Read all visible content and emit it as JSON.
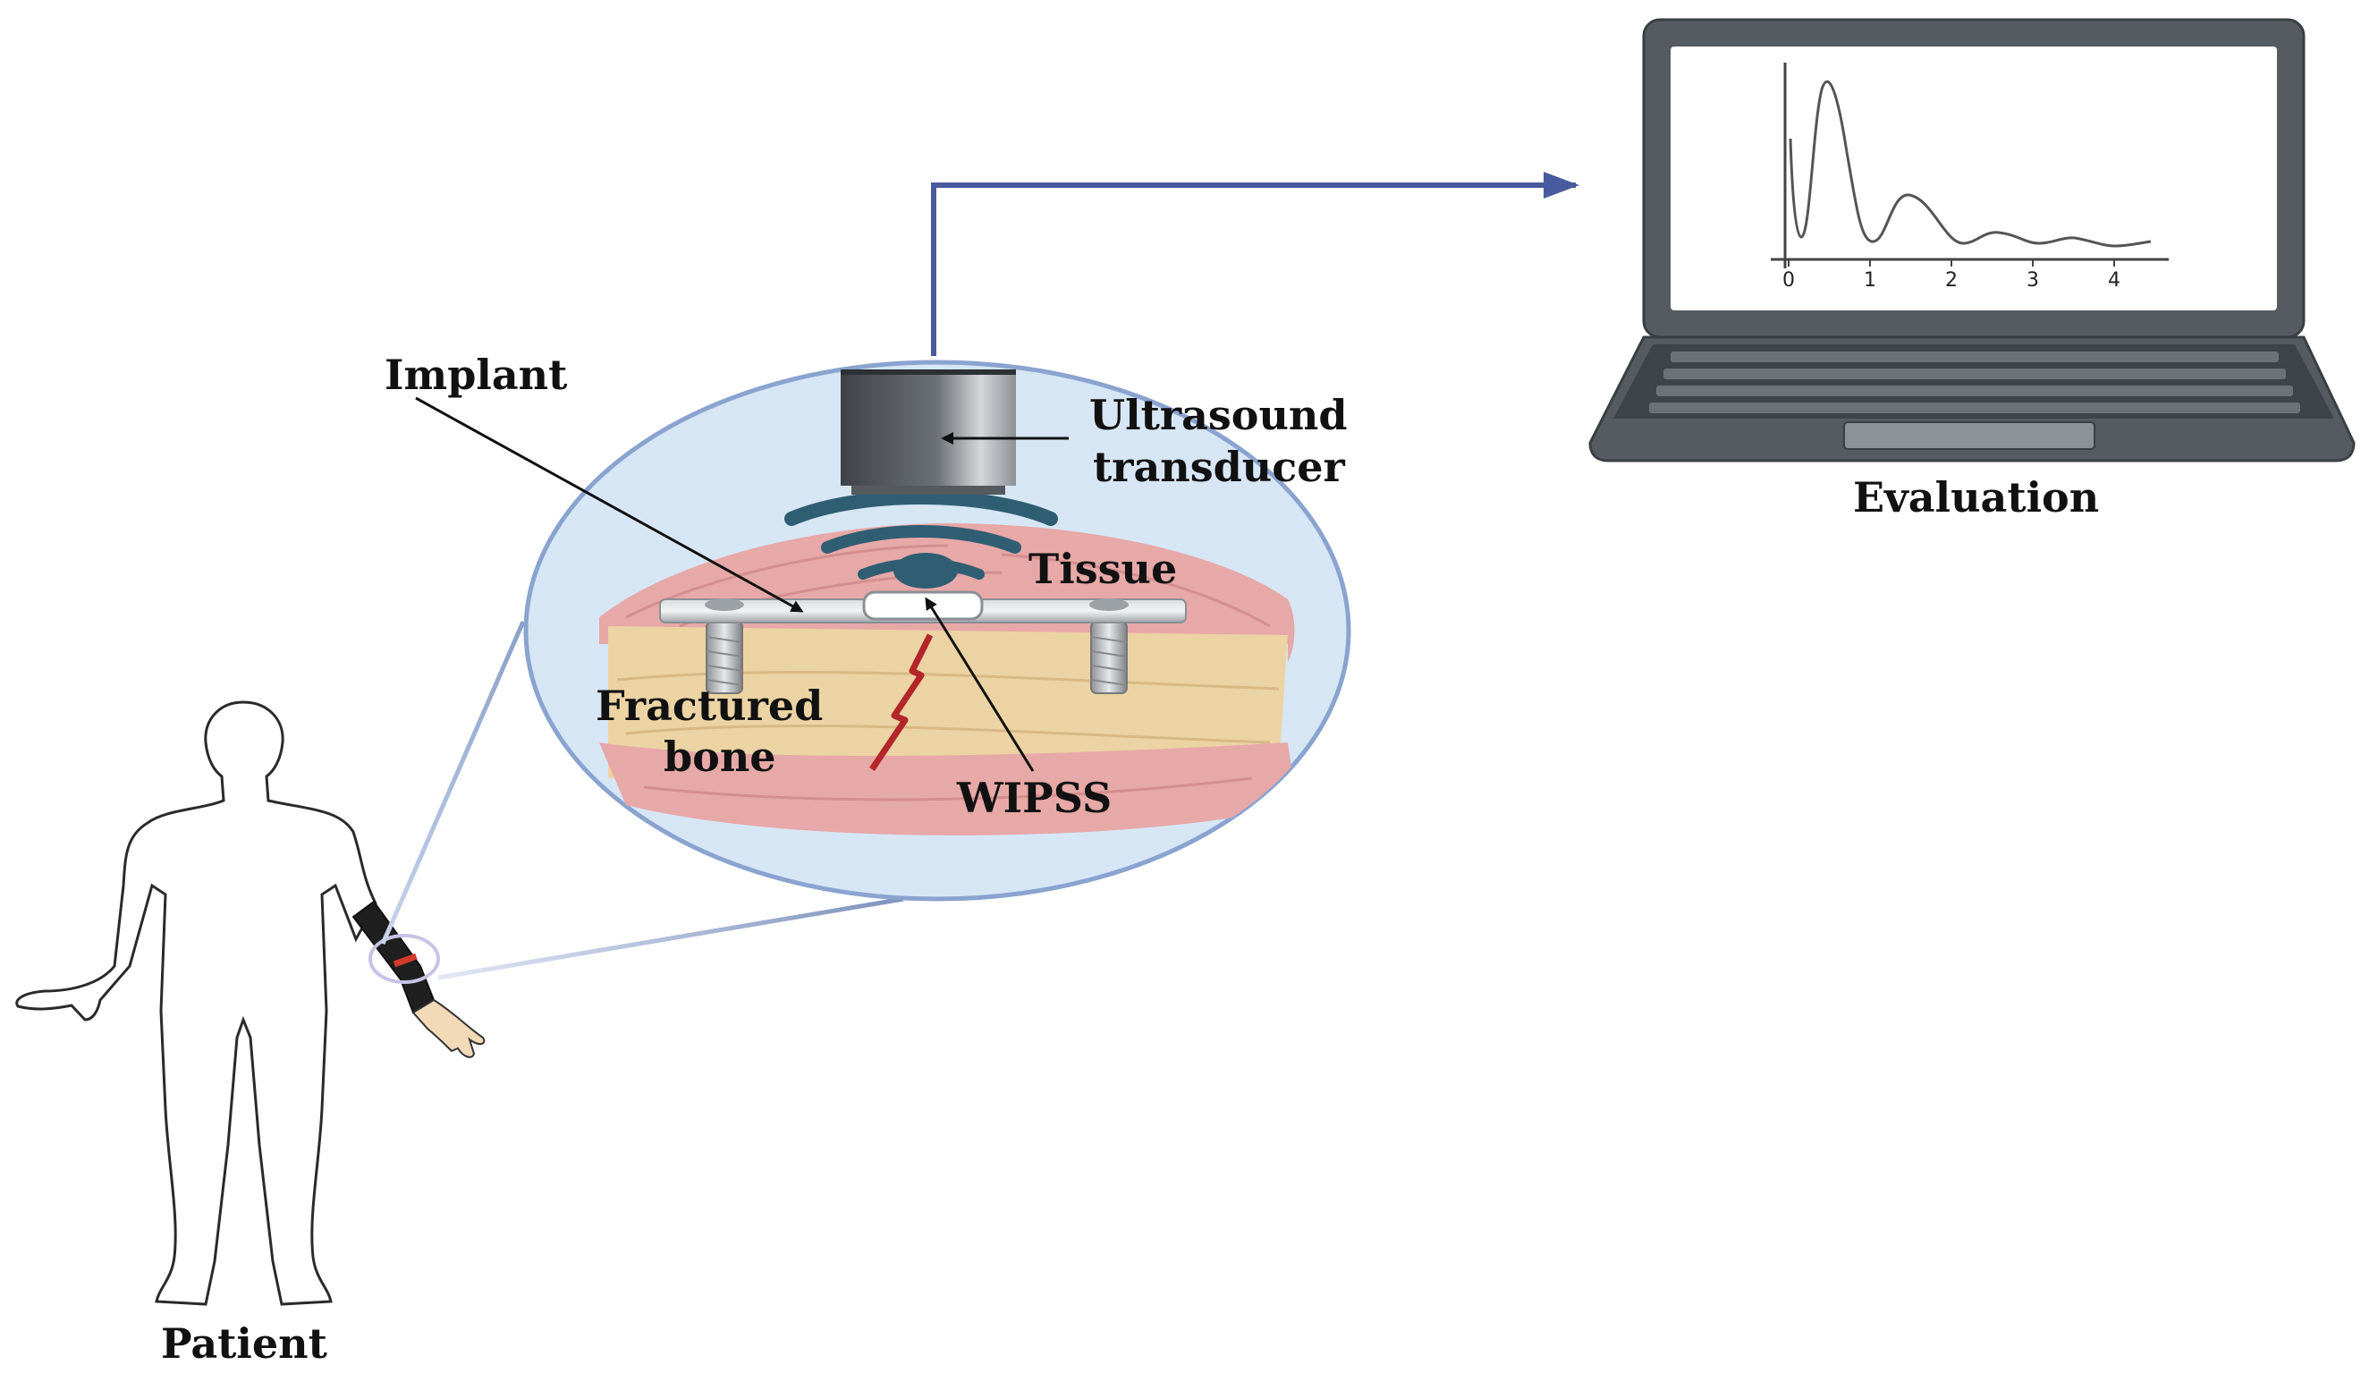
{
  "labels": {
    "implant": "Implant",
    "ultrasound_line1": "Ultrasound",
    "ultrasound_line2": "transducer",
    "tissue": "Tissue",
    "fractured_line1": "Fractured",
    "fractured_line2": "bone",
    "wipss": "WIPSS",
    "evaluation": "Evaluation",
    "patient": "Patient"
  },
  "screen_plot": {
    "x_ticks": [
      "0",
      "1",
      "2",
      "3",
      "4"
    ]
  },
  "colors": {
    "connector": "#4a5a9e",
    "zoom_circle": "#8aa3cf",
    "zoom_fill": "#d6e6f5",
    "wave": "#2f5e73",
    "muscle": "#e7a8a8",
    "bone": "#ecd3a3",
    "laptop": "#555b61"
  }
}
